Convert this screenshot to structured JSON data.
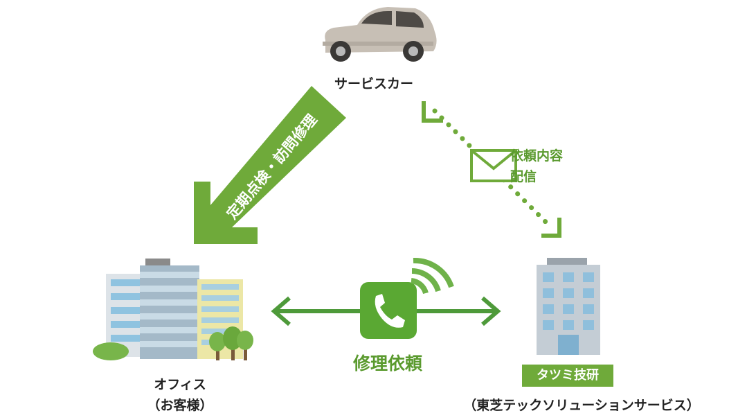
{
  "service_car": {
    "label": "サービスカー"
  },
  "arrow_inspection": {
    "label": "定期点検・訪問修理"
  },
  "mail_delivery": {
    "line1": "依頼内容",
    "line2": "配信"
  },
  "repair_request": {
    "label": "修理依頼"
  },
  "office": {
    "line1": "オフィス",
    "line2": "（お客様）"
  },
  "tatsumi": {
    "badge": "タツミ技研",
    "caption": "（東芝テックソリューションサービス）"
  },
  "colors": {
    "accent_green": "#6faa3a",
    "phone_green": "#5aa833",
    "car_body": "#c7bfb5"
  }
}
